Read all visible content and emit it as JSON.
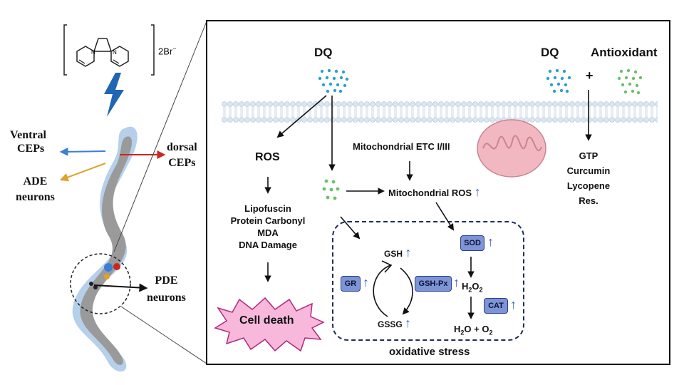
{
  "compound": {
    "charge": "2Br",
    "charge_sup": "−"
  },
  "worm": {
    "ventral": [
      "Ventral",
      "CEPs"
    ],
    "dorsal": [
      "dorsal",
      "CEPs"
    ],
    "ade": [
      "ADE",
      "neurons"
    ],
    "pde": [
      "PDE",
      "neurons"
    ]
  },
  "panel": {
    "dq_left": "DQ",
    "dq_right": "DQ",
    "antioxidant": "Antioxidant",
    "plus": "+",
    "ros": "ROS",
    "damage": [
      "Lipofuscin",
      "Protein Carbonyl",
      "MDA",
      "DNA Damage"
    ],
    "cell_death": "Cell death",
    "mito_etc": "Mitochondrial ETC I/III",
    "mito_ros": "Mitochondrial  ROS",
    "antioxidant_list": [
      "GTP",
      "Curcumin",
      "Lycopene",
      "Res."
    ],
    "oxidative_stress": "oxidative stress",
    "gsh": "GSH",
    "gssg": "GSSG",
    "gr": "GR",
    "gsh_px": "GSH-Px",
    "sod": "SOD",
    "cat": "CAT",
    "h2o2": {
      "a": "H",
      "b": "2",
      "c": "O",
      "d": "2"
    },
    "water": {
      "a": "H",
      "b": "2",
      "c": "O + O",
      "d": "2"
    }
  },
  "colors": {
    "membrane": "#c9d8ea",
    "worm_outer": "#a9c8e8",
    "worm_inner": "#9a9a9a",
    "enzyme": "#7d94d6",
    "arrow_up": "#3a5fc8",
    "dq_dots": "#2e9fd0",
    "antioxidant_dots": "#6cbf6a",
    "mito": "#f2b8c2",
    "cell_death_fill": "#f7b8dc",
    "lightning": "#1f66b3"
  }
}
